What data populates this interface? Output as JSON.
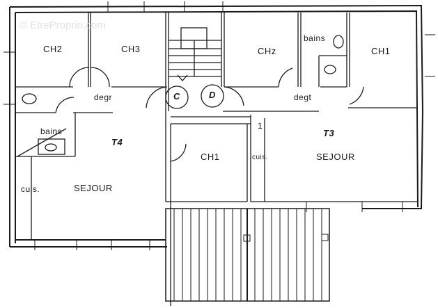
{
  "watermark": "© EtreProprio.com",
  "units": [
    {
      "id": "T4",
      "label": "T4"
    },
    {
      "id": "T3",
      "label": "T3"
    }
  ],
  "rooms": {
    "t4_ch2": "CH2",
    "t4_ch3": "CH3",
    "t4_degr": "degr",
    "t4_bains": "bains",
    "t4_sejour": "SEJOUR",
    "t4_cuis": "cuis.",
    "t4_ch1": "CH1",
    "t3_ch2": "CHz",
    "t3_ch1": "CH1",
    "t3_bains": "bains",
    "t3_degt": "degt",
    "t3_sejour": "SEJOUR",
    "t3_cuis": "cuis."
  },
  "stair_circles": [
    {
      "label": "C"
    },
    {
      "label": "D"
    }
  ],
  "kitchen_mark": "1",
  "colors": {
    "ink": "#1a1a1a",
    "paper": "#ffffff",
    "watermark": "#e2e2e2"
  }
}
